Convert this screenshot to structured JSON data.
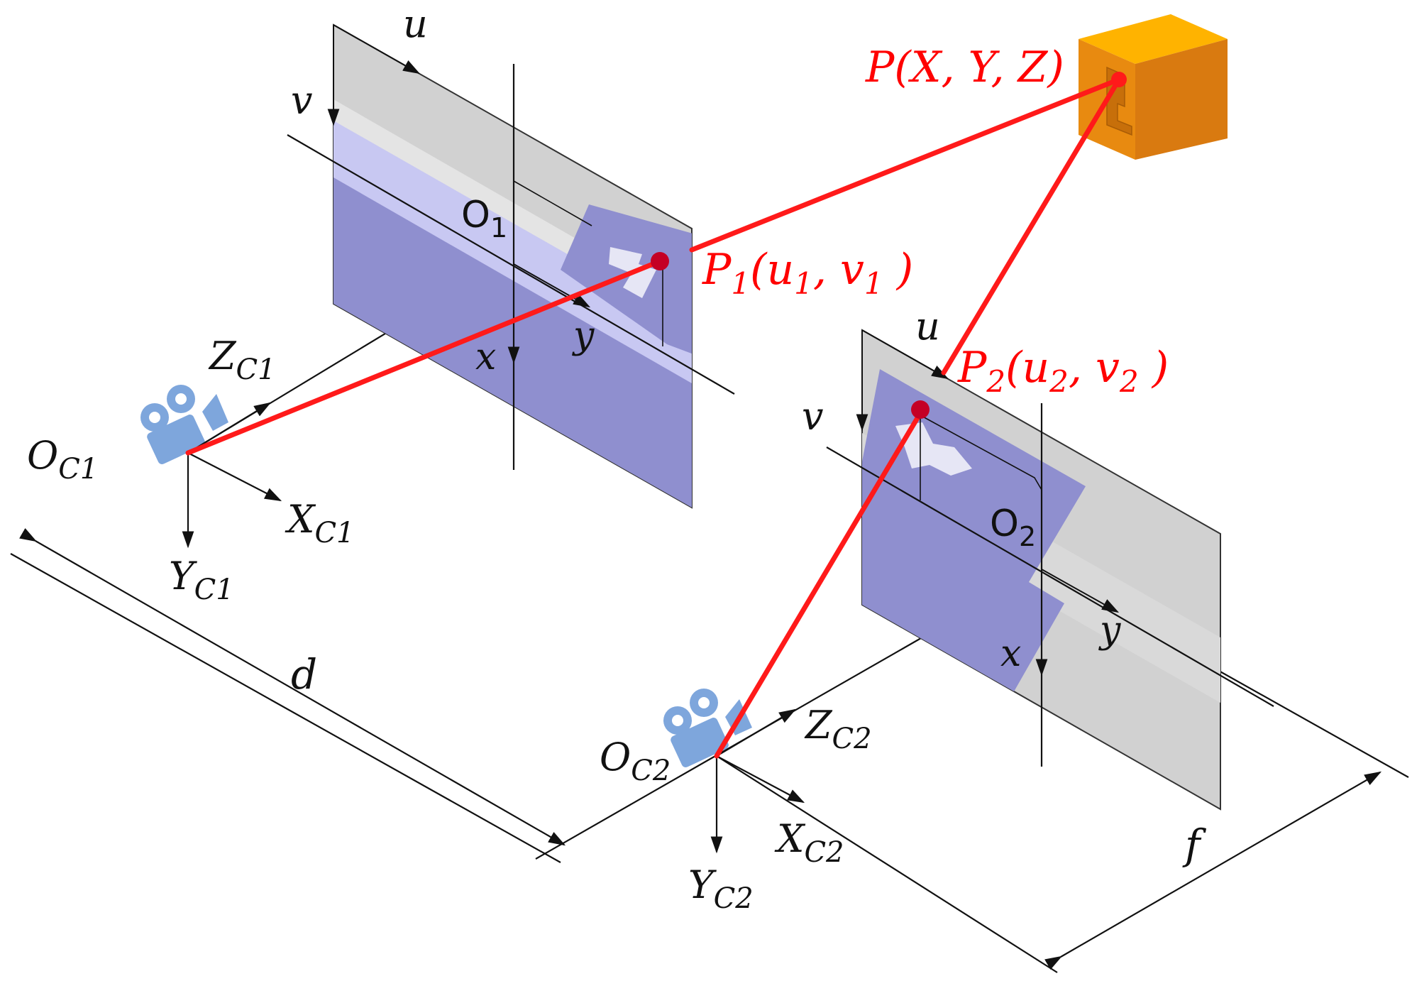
{
  "colors": {
    "ray": "#ff1a1a",
    "point": "#c40025",
    "plane_fill": "#c9c9c9",
    "image_fill": "#8f8fd2",
    "cube_front": "#e88a10",
    "cube_top": "#ffb300",
    "cube_side": "#d97a10",
    "camera": "#7ea6dc",
    "line": "#111111"
  },
  "icons": {
    "camera1": "camera-icon",
    "camera2": "camera-icon",
    "object": "cube-icon"
  },
  "labels": {
    "point_world": "P(X, Y, Z)",
    "p1_main": "P",
    "p1_sub": "1",
    "p1_coords_open": "(u",
    "p1_u_sub": "1",
    "p1_coords_mid": ", v",
    "p1_v_sub": "1",
    "p1_coords_close": " )",
    "p2_main": "P",
    "p2_sub": "2",
    "p2_coords_open": "(u",
    "p2_u_sub": "2",
    "p2_coords_mid": ", v",
    "p2_v_sub": "2",
    "p2_coords_close": " )",
    "u1": "u",
    "v1": "v",
    "o1_main": "O",
    "o1_sub": "1",
    "x1": "x",
    "y1": "y",
    "u2": "u",
    "v2": "v",
    "o2_main": "O",
    "o2_sub": "2",
    "x2": "x",
    "y2": "y",
    "zc1_main": "Z",
    "zc1_sub": "C1",
    "oc1_main": "O",
    "oc1_sub": "C1",
    "xc1_main": "X",
    "xc1_sub": "C1",
    "yc1_main": "Y",
    "yc1_sub": "C1",
    "zc2_main": "Z",
    "zc2_sub": "C2",
    "oc2_main": "O",
    "oc2_sub": "C2",
    "xc2_main": "X",
    "xc2_sub": "C2",
    "yc2_main": "Y",
    "yc2_sub": "C2",
    "baseline": "d",
    "focal": "f"
  }
}
